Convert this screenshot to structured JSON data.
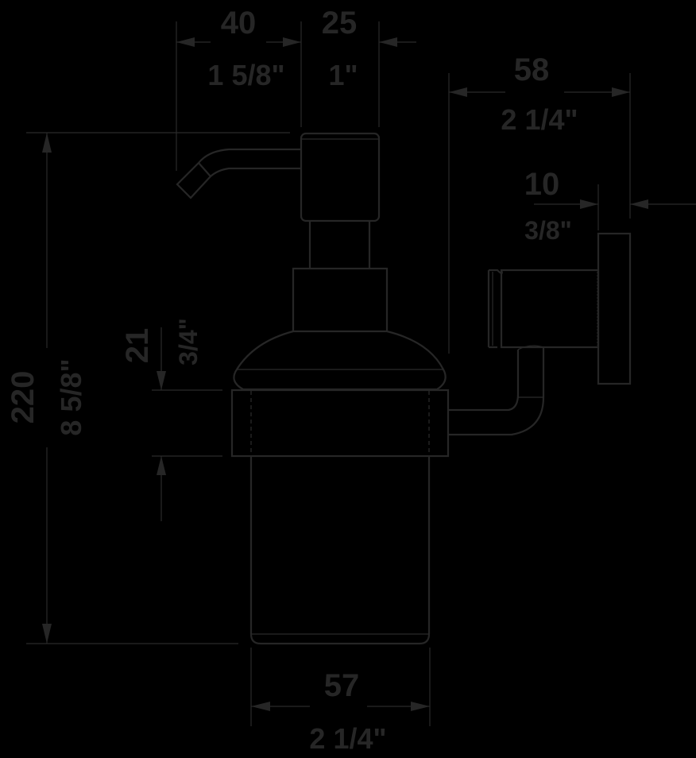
{
  "drawing": {
    "subject": "Wall-mounted soap dispenser",
    "colors": {
      "background": "#000000",
      "lines": "#262626"
    },
    "dimensions": {
      "spout_reach": {
        "mm": "40",
        "inch": "1 5/8\""
      },
      "pump_head_width": {
        "mm": "25",
        "inch": "1\""
      },
      "wall_projection": {
        "mm": "58",
        "inch": "2 1/4\""
      },
      "wall_plate_thickness": {
        "mm": "10",
        "inch": "3/8\""
      },
      "total_height": {
        "mm": "220",
        "inch": "8 5/8\""
      },
      "collar_height": {
        "mm": "21",
        "inch": "3/4\""
      },
      "bottle_diameter": {
        "mm": "57",
        "inch": "2 1/4\""
      }
    }
  }
}
